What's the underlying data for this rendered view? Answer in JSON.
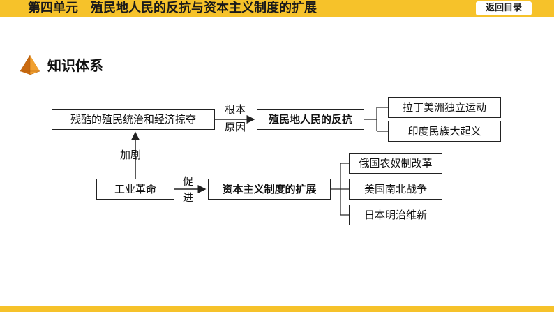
{
  "header": {
    "title": "第四单元　殖民地人民的反抗与资本主义制度的扩展",
    "return_label": "返回目录"
  },
  "section": {
    "title": "知识体系"
  },
  "diagram": {
    "source_box": "残酷的殖民统治和经济掠夺",
    "edge_label_line1": "根本",
    "edge_label_line2": "原因",
    "resistance_box": "殖民地人民的反抗",
    "resistance_items": [
      "拉丁美洲独立运动",
      "印度民族大起义"
    ],
    "aggravate_label": "加剧",
    "industrial_box": "工业革命",
    "promote_line1": "促",
    "promote_line2": "进",
    "capitalism_box": "资本主义制度的扩展",
    "capitalism_items": [
      "俄国农奴制改革",
      "美国南北战争",
      "日本明治维新"
    ]
  },
  "colors": {
    "header_bar": "#f6c22a",
    "icon_orange": "#e88a1c"
  }
}
